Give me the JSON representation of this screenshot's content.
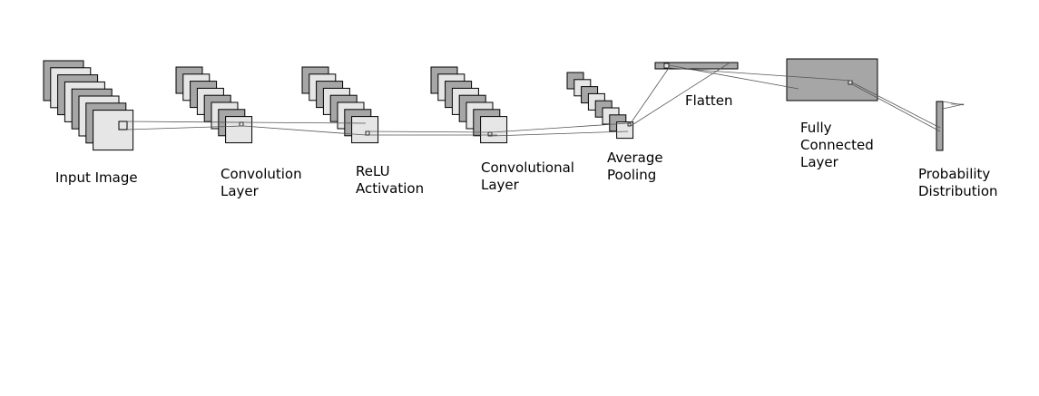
{
  "diagram": {
    "colors": {
      "dark_fill": "#a6a6a6",
      "light_fill": "#e6e6e6",
      "stroke": "#000000",
      "connector": "#555555"
    },
    "labels": {
      "input_image": {
        "line1": "Input Image"
      },
      "convolution_layer": {
        "line1": "Convolution",
        "line2": "Layer"
      },
      "relu_activation": {
        "line1": "ReLU",
        "line2": "Activation"
      },
      "convolutional_layer": {
        "line1": "Convolutional",
        "line2": "Layer"
      },
      "average_pooling": {
        "line1": "Average",
        "line2": "Pooling"
      },
      "flatten": {
        "line1": "Flatten"
      },
      "fully_connected": {
        "line1": "Fully",
        "line2": "Connected",
        "line3": "Layer"
      },
      "probability": {
        "line1": "Probability",
        "line2": "Distribution"
      }
    }
  }
}
